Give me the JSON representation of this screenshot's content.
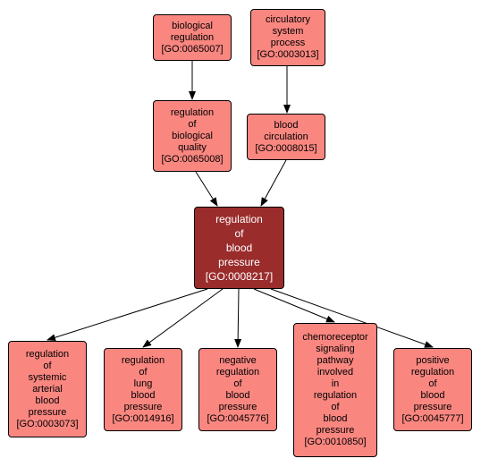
{
  "graph": {
    "nodes": [
      {
        "key": "biological_regulation",
        "label": "biological regulation",
        "go_id": "[GO:0065007]"
      },
      {
        "key": "circulatory_system_process",
        "label": "circulatory system process",
        "go_id": "[GO:0003013]"
      },
      {
        "key": "regulation_of_biological_quality",
        "label": "regulation of biological quality",
        "go_id": "[GO:0065008]"
      },
      {
        "key": "blood_circulation",
        "label": "blood circulation",
        "go_id": "[GO:0008015]"
      },
      {
        "key": "regulation_of_blood_pressure",
        "label": "regulation of blood pressure",
        "go_id": "[GO:0008217]"
      },
      {
        "key": "regulation_of_systemic_arterial_blood_pressure",
        "label": "regulation of systemic arterial blood pressure",
        "go_id": "[GO:0003073]"
      },
      {
        "key": "regulation_of_lung_blood_pressure",
        "label": "regulation of lung blood pressure",
        "go_id": "[GO:0014916]"
      },
      {
        "key": "negative_regulation_of_blood_pressure",
        "label": "negative regulation of blood pressure",
        "go_id": "[GO:0045776]"
      },
      {
        "key": "chemoreceptor_signaling_pathway",
        "label": "chemoreceptor signaling pathway involved in regulation of blood pressure",
        "go_id": "[GO:0010850]"
      },
      {
        "key": "positive_regulation_of_blood_pressure",
        "label": "positive regulation of blood pressure",
        "go_id": "[GO:0045777]"
      }
    ],
    "edges": [
      {
        "from": "biological_regulation",
        "to": "regulation_of_biological_quality"
      },
      {
        "from": "circulatory_system_process",
        "to": "blood_circulation"
      },
      {
        "from": "regulation_of_biological_quality",
        "to": "regulation_of_blood_pressure"
      },
      {
        "from": "blood_circulation",
        "to": "regulation_of_blood_pressure"
      },
      {
        "from": "regulation_of_blood_pressure",
        "to": "regulation_of_systemic_arterial_blood_pressure"
      },
      {
        "from": "regulation_of_blood_pressure",
        "to": "regulation_of_lung_blood_pressure"
      },
      {
        "from": "regulation_of_blood_pressure",
        "to": "negative_regulation_of_blood_pressure"
      },
      {
        "from": "regulation_of_blood_pressure",
        "to": "chemoreceptor_signaling_pathway"
      },
      {
        "from": "regulation_of_blood_pressure",
        "to": "positive_regulation_of_blood_pressure"
      }
    ]
  },
  "colors": {
    "node_fill": "#fa8680",
    "focus_fill": "#9b2c2c",
    "edge": "#000000"
  }
}
